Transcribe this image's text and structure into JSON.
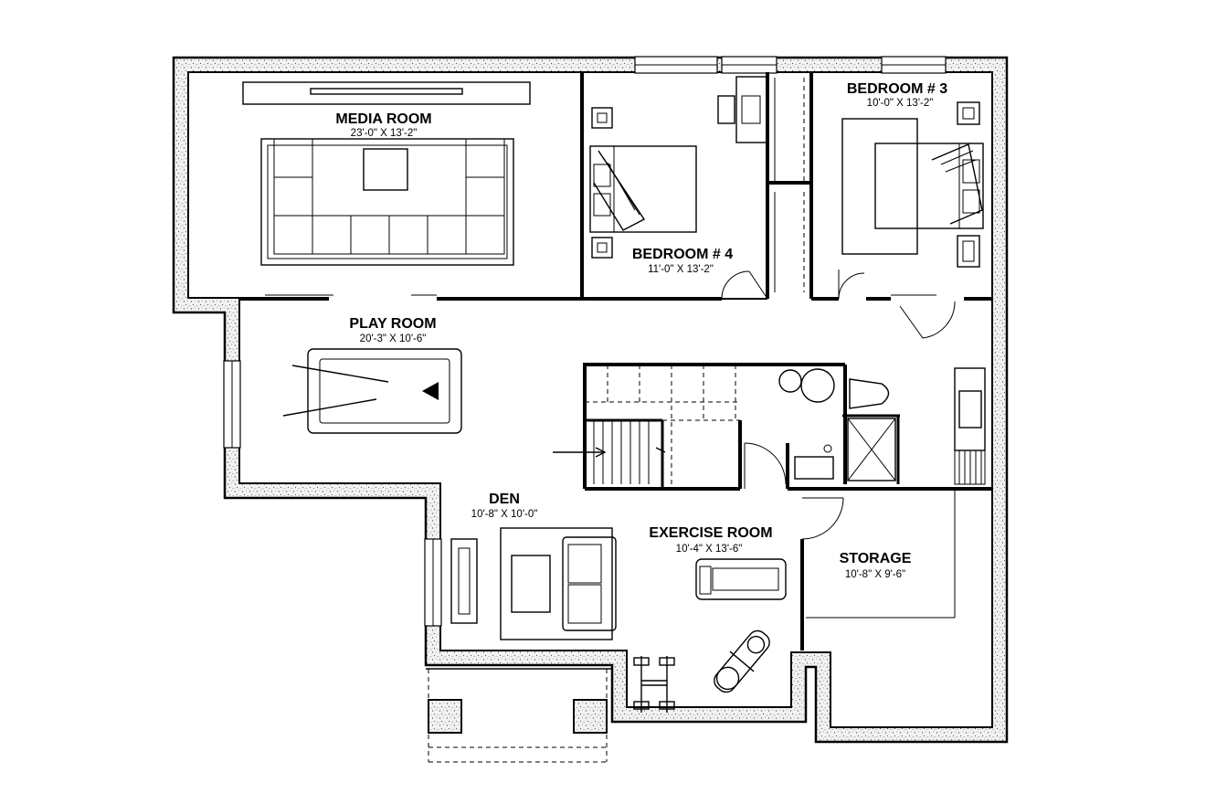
{
  "rooms": {
    "media_room": {
      "name": "MEDIA ROOM",
      "dims": "23'-0\" X 13'-2\""
    },
    "bedroom_3": {
      "name": "BEDROOM # 3",
      "dims": "10'-0\" X 13'-2\""
    },
    "bedroom_4": {
      "name": "BEDROOM # 4",
      "dims": "11'-0\" X 13'-2\""
    },
    "play_room": {
      "name": "PLAY ROOM",
      "dims": "20'-3\" X 10'-6\""
    },
    "den": {
      "name": "DEN",
      "dims": "10'-8\" X 10'-0\""
    },
    "exercise_room": {
      "name": "EXERCISE ROOM",
      "dims": "10'-4\" X 13'-6\""
    },
    "storage": {
      "name": "STORAGE",
      "dims": "10'-8\" X 9'-6\""
    }
  },
  "colors": {
    "line": "#000000",
    "background": "#ffffff",
    "wall_fill": "#d9d9d9"
  }
}
